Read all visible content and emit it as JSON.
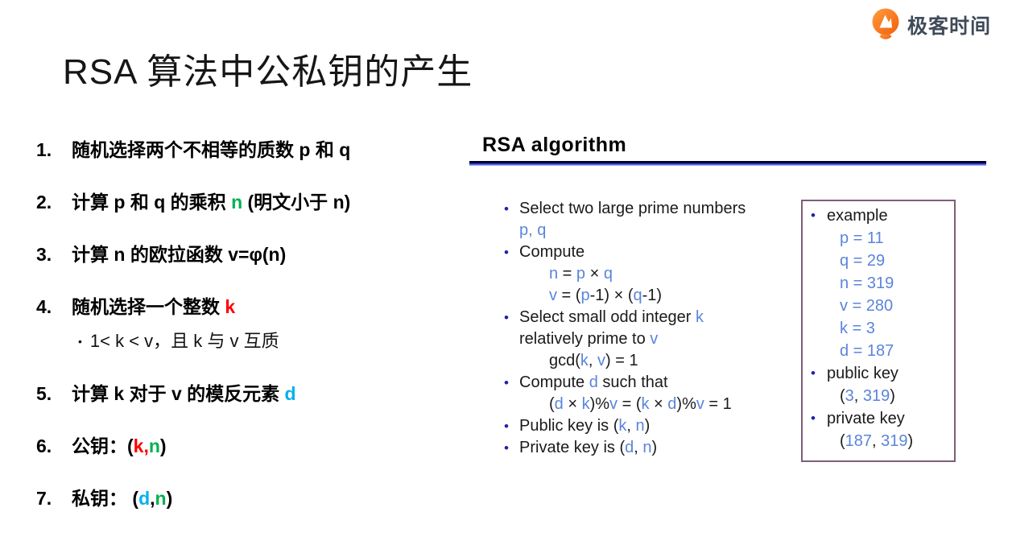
{
  "logo": {
    "text": "极客时间",
    "icon": "geektime-pin-icon",
    "orange": "#f2600d",
    "text_color": "#414b58"
  },
  "title": "RSA 算法中公私钥的产生",
  "colors": {
    "green": "#00b050",
    "red": "#ff0000",
    "cyan": "#00b0f0",
    "blue": "#5b84db",
    "bullet_navy": "#2121b0",
    "rule_blue": "#2233e0",
    "box_border": "#7e5e78"
  },
  "left_list": {
    "items": [
      {
        "num": "1.",
        "segments": [
          {
            "t": "随机选择两个不相等的质数 p 和 q"
          }
        ]
      },
      {
        "num": "2.",
        "segments": [
          {
            "t": "计算 p 和 q 的乘积 "
          },
          {
            "t": "n",
            "c": "green"
          },
          {
            "t": " (明文小于 n)"
          }
        ]
      },
      {
        "num": "3.",
        "segments": [
          {
            "t": "计算 n 的欧拉函数 v=φ(n)"
          }
        ]
      },
      {
        "num": "4.",
        "segments": [
          {
            "t": "随机选择一个整数 "
          },
          {
            "t": "k",
            "c": "red"
          }
        ],
        "sub": "1< k < v，且 k 与 v 互质"
      },
      {
        "num": "5.",
        "segments": [
          {
            "t": "计算 k 对于 v 的模反元素 "
          },
          {
            "t": "d",
            "c": "cyan"
          }
        ]
      },
      {
        "num": "6.",
        "segments": [
          {
            "t": "公钥："
          },
          {
            "t": "("
          },
          {
            "t": "k",
            "c": "red"
          },
          {
            "t": ",",
            "c": "red"
          },
          {
            "t": "n",
            "c": "green"
          },
          {
            "t": ")"
          }
        ]
      },
      {
        "num": "7.",
        "segments": [
          {
            "t": "私钥： ("
          },
          {
            "t": "d",
            "c": "cyan"
          },
          {
            "t": ","
          },
          {
            "t": "n",
            "c": "green"
          },
          {
            "t": ")"
          }
        ]
      }
    ]
  },
  "algorithm_panel": {
    "heading": "RSA algorithm",
    "lines": [
      {
        "segments": [
          {
            "t": "Select two large prime numbers"
          }
        ]
      },
      {
        "segments": [
          {
            "t": "p, q",
            "c": "blue"
          }
        ]
      },
      {
        "segments": [
          {
            "t": "Compute"
          }
        ]
      },
      {
        "segments": [
          {
            "t": "n",
            "c": "blue"
          },
          {
            "t": " = "
          },
          {
            "t": "p",
            "c": "blue"
          },
          {
            "t": " × "
          },
          {
            "t": "q",
            "c": "blue"
          }
        ]
      },
      {
        "segments": [
          {
            "t": "v",
            "c": "blue"
          },
          {
            "t": " = ("
          },
          {
            "t": "p",
            "c": "blue"
          },
          {
            "t": "-1) × ("
          },
          {
            "t": "q",
            "c": "blue"
          },
          {
            "t": "-1)"
          }
        ]
      },
      {
        "segments": [
          {
            "t": "Select small odd integer "
          },
          {
            "t": "k",
            "c": "blue"
          }
        ]
      },
      {
        "segments": [
          {
            "t": "relatively prime to "
          },
          {
            "t": "v",
            "c": "blue"
          }
        ]
      },
      {
        "segments": [
          {
            "t": "gcd("
          },
          {
            "t": "k",
            "c": "blue"
          },
          {
            "t": ", "
          },
          {
            "t": "v",
            "c": "blue"
          },
          {
            "t": ") = 1"
          }
        ]
      },
      {
        "segments": [
          {
            "t": "Compute "
          },
          {
            "t": "d",
            "c": "blue"
          },
          {
            "t": " such that"
          }
        ]
      },
      {
        "segments": [
          {
            "t": "("
          },
          {
            "t": "d",
            "c": "blue"
          },
          {
            "t": " × "
          },
          {
            "t": "k",
            "c": "blue"
          },
          {
            "t": ")%"
          },
          {
            "t": "v",
            "c": "blue"
          },
          {
            "t": " = ("
          },
          {
            "t": "k",
            "c": "blue"
          },
          {
            "t": " × "
          },
          {
            "t": "d",
            "c": "blue"
          },
          {
            "t": ")%"
          },
          {
            "t": "v",
            "c": "blue"
          },
          {
            "t": " = 1"
          }
        ]
      },
      {
        "segments": [
          {
            "t": "Public key is ("
          },
          {
            "t": "k",
            "c": "blue"
          },
          {
            "t": ", "
          },
          {
            "t": "n",
            "c": "blue"
          },
          {
            "t": ")"
          }
        ]
      },
      {
        "segments": [
          {
            "t": "Private key is ("
          },
          {
            "t": "d",
            "c": "blue"
          },
          {
            "t": ", "
          },
          {
            "t": "n",
            "c": "blue"
          },
          {
            "t": ")"
          }
        ]
      }
    ]
  },
  "example_box": {
    "lines": [
      {
        "segments": [
          {
            "t": "example"
          }
        ]
      },
      {
        "segments": [
          {
            "t": "p = 11",
            "c": "blue"
          }
        ]
      },
      {
        "segments": [
          {
            "t": "q = 29",
            "c": "blue"
          }
        ]
      },
      {
        "segments": [
          {
            "t": "n = 319",
            "c": "blue"
          }
        ]
      },
      {
        "segments": [
          {
            "t": "v = 280",
            "c": "blue"
          }
        ]
      },
      {
        "segments": [
          {
            "t": "k = 3",
            "c": "blue"
          }
        ]
      },
      {
        "segments": [
          {
            "t": "d = 187",
            "c": "blue"
          }
        ]
      },
      {
        "segments": [
          {
            "t": "public key"
          }
        ]
      },
      {
        "segments": [
          {
            "t": "("
          },
          {
            "t": "3",
            "c": "blue"
          },
          {
            "t": ", "
          },
          {
            "t": "319",
            "c": "blue"
          },
          {
            "t": ")"
          }
        ]
      },
      {
        "segments": [
          {
            "t": "private key"
          }
        ]
      },
      {
        "segments": [
          {
            "t": "("
          },
          {
            "t": "187",
            "c": "blue"
          },
          {
            "t": ", "
          },
          {
            "t": "319",
            "c": "blue"
          },
          {
            "t": ")"
          }
        ]
      }
    ]
  }
}
